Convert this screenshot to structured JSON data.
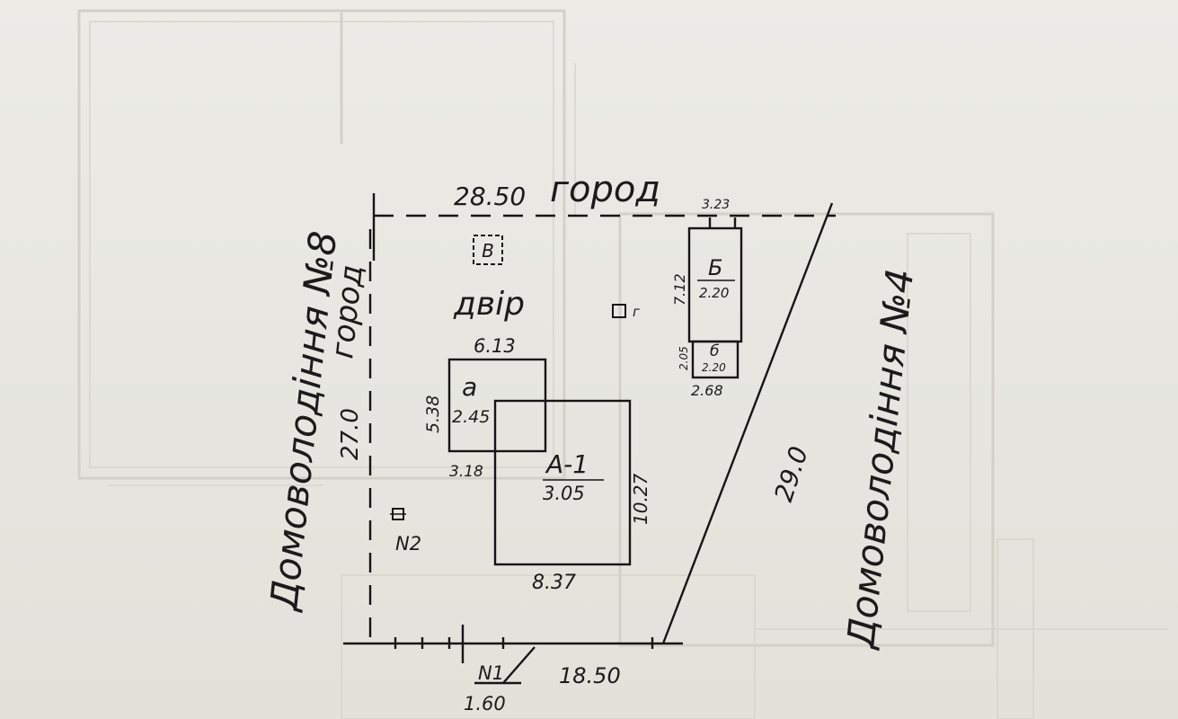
{
  "labels": {
    "top_street": "город",
    "top_length": "28.50",
    "left_neighbor": "Домоволодіння №8",
    "left_garden": "город",
    "left_length": "27.0",
    "right_neighbor": "Домоволодіння №4",
    "right_length": "29.0",
    "bottom_length": "18.50",
    "gate_label": "N1",
    "gate_length": "1.60",
    "yard": "двір",
    "point_n2": "N2",
    "label_g": "г"
  },
  "buildings": {
    "a": {
      "name": "а",
      "value": "2.45",
      "top": "6.13",
      "side": "5.38",
      "bottom": "3.18"
    },
    "a1": {
      "name": "А-1",
      "value": "3.05",
      "side": "10.27",
      "bottom": "8.37"
    },
    "b": {
      "name": "Б",
      "value": "2.20",
      "side": "7.12",
      "top": "3.23"
    },
    "b_small": {
      "name": "б",
      "value": "2.20",
      "side": "2.05",
      "bottom": "2.68"
    },
    "v": {
      "name": "В"
    }
  }
}
